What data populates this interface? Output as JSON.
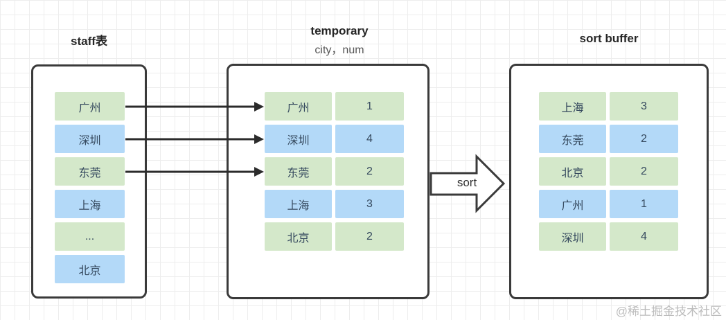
{
  "page": {
    "watermark": "@稀土掘金技术社区"
  },
  "colors": {
    "green": "#d4e8ca",
    "blue": "#b3d9f8",
    "box_border": "#3a3a3a",
    "arrow": "#2b2b2b",
    "cell_text": "#35495e",
    "title_text": "#262626",
    "subtitle_text": "#555555",
    "watermark": "#bcbcbc",
    "grid_line": "#ededed"
  },
  "staff_table": {
    "title": "staff表",
    "rows": [
      {
        "city": "广州",
        "color": "green"
      },
      {
        "city": "深圳",
        "color": "blue"
      },
      {
        "city": "东莞",
        "color": "green"
      },
      {
        "city": "上海",
        "color": "blue"
      },
      {
        "city": "...",
        "color": "green"
      },
      {
        "city": "北京",
        "color": "blue"
      }
    ]
  },
  "temporary_table": {
    "title": "temporary",
    "subtitle": "city，num",
    "rows": [
      {
        "city": "广州",
        "num": "1",
        "color": "green"
      },
      {
        "city": "深圳",
        "num": "4",
        "color": "blue"
      },
      {
        "city": "东莞",
        "num": "2",
        "color": "green"
      },
      {
        "city": "上海",
        "num": "3",
        "color": "blue"
      },
      {
        "city": "北京",
        "num": "2",
        "color": "green"
      }
    ]
  },
  "sort_arrow": {
    "label": "sort"
  },
  "sort_buffer": {
    "title": "sort buffer",
    "rows": [
      {
        "city": "上海",
        "num": "3",
        "color": "green"
      },
      {
        "city": "东莞",
        "num": "2",
        "color": "blue"
      },
      {
        "city": "北京",
        "num": "2",
        "color": "green"
      },
      {
        "city": "广州",
        "num": "1",
        "color": "blue"
      },
      {
        "city": "深圳",
        "num": "4",
        "color": "green"
      }
    ]
  }
}
